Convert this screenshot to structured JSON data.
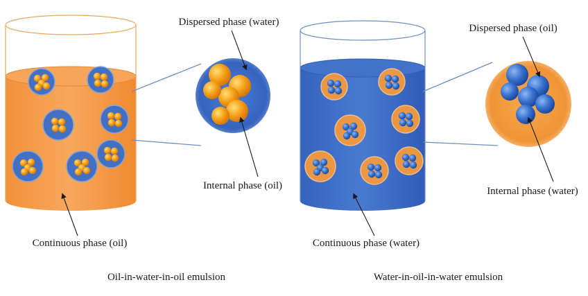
{
  "colors": {
    "oil": "#f5a04a",
    "oil_dark": "#e07a1f",
    "water": "#3d6cc4",
    "water_dark": "#1f4fa8",
    "droplet_orange": "#f7a21b",
    "droplet_blue": "#3a74d0"
  },
  "left": {
    "labels": {
      "dispersed": "Dispersed phase (water)",
      "internal": "Internal phase (oil)",
      "continuous": "Continuous phase (oil)"
    },
    "caption": "Oil-in-water-in-oil emulsion"
  },
  "right": {
    "labels": {
      "dispersed": "Dispersed phase (oil)",
      "internal": "Internal phase (water)",
      "continuous": "Continuous phase (water)"
    },
    "caption": "Water-in-oil-in-water emulsion"
  }
}
